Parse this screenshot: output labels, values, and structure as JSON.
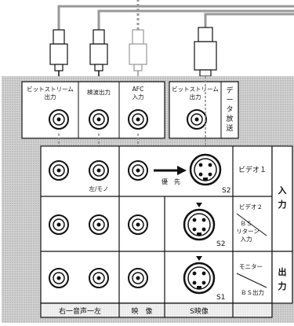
{
  "upper_panel": {
    "bitstream_out": [
      "ビットストリーム",
      "出力"
    ],
    "composite_out": "検波出力",
    "afc_out": [
      "AFC",
      "入力"
    ],
    "bitstream_out_right": [
      "ビットストリーム",
      "出力"
    ],
    "data_broadcast": [
      "デ",
      "ー",
      "タ",
      "放",
      "送"
    ]
  },
  "rows": {
    "video1_label": "ビデオ１",
    "priority_label": "優　先",
    "lr_mono_label": "左/モノ",
    "s2_a": "S2",
    "video2_label": "ビデオ２",
    "bs_return": [
      "ＢＳ",
      "リターン",
      "入力"
    ],
    "s2_b": "S2",
    "monitor_label": "モニター",
    "bs_out": "ＢＳ出力",
    "s1": "S1"
  },
  "side_labels": {
    "input": [
      "入",
      "力"
    ],
    "output": [
      "出",
      "力"
    ]
  },
  "bottom": {
    "audio": "右一音声一左",
    "video": "映　像",
    "svideo": "S映像"
  },
  "colors": {
    "board": "#b9b9b9",
    "panel": "#ffffff",
    "line": "#111111",
    "arrow_fill": "#dddddd"
  }
}
